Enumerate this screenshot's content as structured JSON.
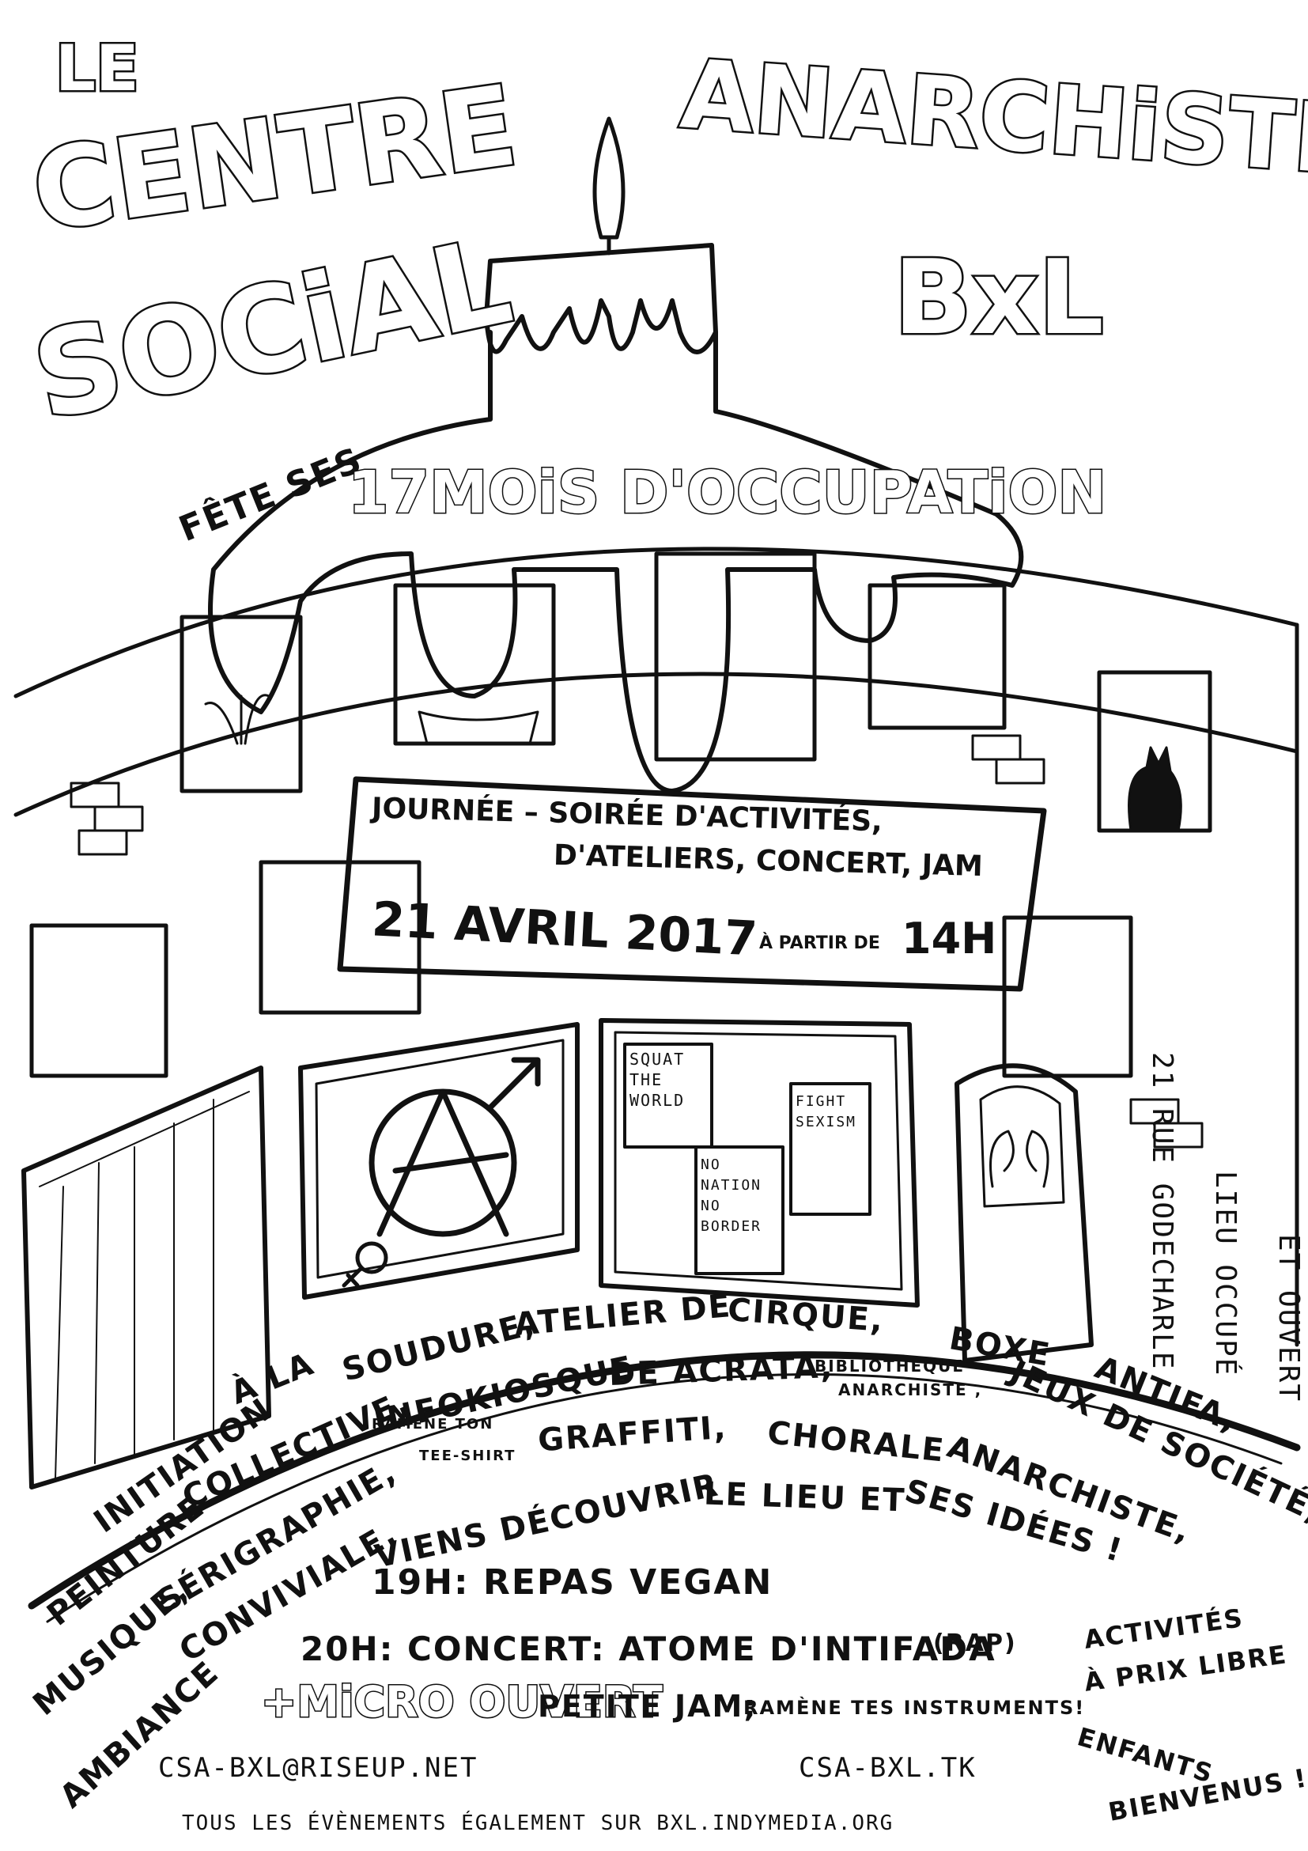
{
  "title": {
    "le": "LE",
    "centre": "CENTRE",
    "social": "SOCiAL",
    "anarchiste": "ANARCHiSTE",
    "bxl": "BxL",
    "fete_ses": "FÊTE SES",
    "mois": "17MOiS D'OCCUPATiON"
  },
  "banner": {
    "line1": "JOURNÉE – SOIRÉE D'ACTIVITÉS,",
    "line2": "D'ATELIERS, CONCERT, JAM",
    "date": "21 AVRIL 2017",
    "a_partir": "À PARTIR DE",
    "time": "14H"
  },
  "posters": {
    "p1": [
      "SQUAT",
      "THE",
      "WORLD"
    ],
    "p2": [
      "NO",
      "NATION",
      "NO",
      "BORDER"
    ],
    "p3": [
      "FIGHT",
      "SEXISM"
    ]
  },
  "address": {
    "line1": "21 RUE GODECHARLE",
    "line2": "LIEU OCCUPÉ",
    "line3": "ET OUVERT"
  },
  "activities": {
    "row1": [
      "INITIATION",
      "À LA",
      "SOUDURE,",
      "ATELIER DE",
      "CIRQUE,",
      "BOXE",
      "ANTIFA,"
    ],
    "row2": [
      "PEINTURE",
      "COLLECTIVE,",
      "INFOKIOSQUE",
      "DE ACRATA,",
      "JEUX DE SOCIÉTÉ,"
    ],
    "biblio": [
      "BIBLIOTHÈQUE",
      "ANARCHISTE ,"
    ],
    "row3": [
      "MUSIQUE,",
      "SÉRIGRAPHIE,",
      "GRAFFITI,",
      "CHORALE",
      "ANARCHISTE,"
    ],
    "ramene": [
      "RAMÈNE TON",
      "TEE-SHIRT"
    ],
    "row4": [
      "AMBIANCE",
      "CONVIVIALE,",
      "VIENS DÉCOUVRIR",
      "LE LIEU ET",
      "SES IDÉES !"
    ]
  },
  "schedule": {
    "repas": "19H: REPAS VEGAN",
    "concert": "20H: CONCERT: ATOME D'INTIFADA",
    "rap": "(RAP)",
    "micro": "+MiCRO OUVERT",
    "jam": "PETITE JAM;",
    "instruments": "RAMÈNE TES INSTRUMENTS!"
  },
  "side": {
    "activites": [
      "ACTIVITÉS",
      "À PRIX LIBRE"
    ],
    "enfants": [
      "ENFANTS",
      "BIENVENUS !"
    ]
  },
  "contact": {
    "email": "CSA-BXL@RISEUP.NET",
    "site": "CSA-BXL.TK",
    "footer": "TOUS LES ÉVÈNEMENTS ÉGALEMENT SUR BXL.INDYMEDIA.ORG"
  }
}
